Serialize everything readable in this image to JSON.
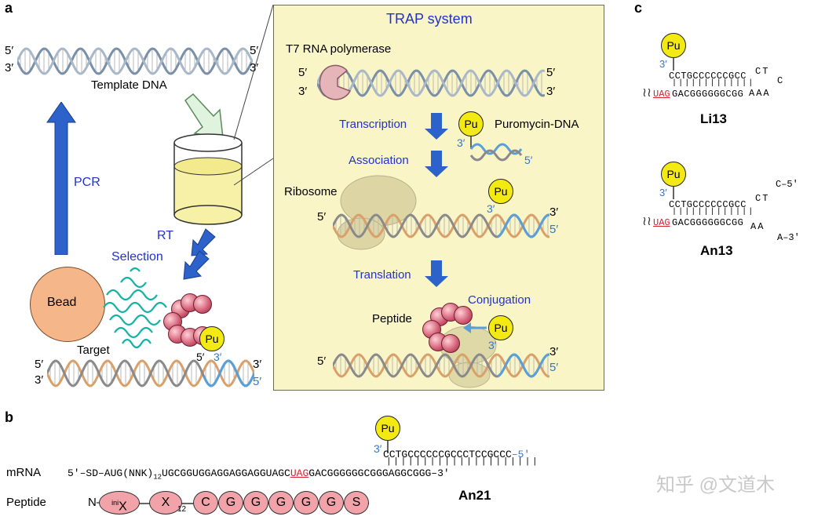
{
  "panels": {
    "a": {
      "letter": "a",
      "top_dna": {
        "left_5": "5′",
        "left_3": "3′",
        "right_5": "5′",
        "right_3": "3′",
        "label": "Template DNA"
      },
      "pcr_label": "PCR",
      "rt_label": "RT",
      "selection_label": "Selection",
      "bead_label": "Bead",
      "target_label": "Target",
      "pu_label": "Pu",
      "bottom_dna": {
        "left_5": "5′",
        "left_3": "3′",
        "right_3": "3′",
        "right_5": "5′",
        "pu_5": "5′",
        "pu_3": "3′"
      },
      "trap": {
        "title": "TRAP system",
        "polymerase_label": "T7 RNA polymerase",
        "dna1": {
          "left_5": "5′",
          "left_3": "3′",
          "right_5": "5′",
          "right_3": "3′"
        },
        "transcription": "Transcription",
        "puromycin_dna": "Puromycin-DNA",
        "pu_label": "Pu",
        "pd_3": "3′",
        "pd_5": "5′",
        "association": "Association",
        "ribosome": "Ribosome",
        "dna2": {
          "left_5": "5′",
          "right_3": "3′",
          "right_5": "5′",
          "pu_3": "3′"
        },
        "translation": "Translation",
        "conjugation": "Conjugation",
        "peptide": "Peptide",
        "dna3": {
          "left_5": "5′",
          "right_3": "3′",
          "right_5": "5′",
          "pu_3": "3′"
        }
      }
    },
    "b": {
      "letter": "b",
      "pu_label": "Pu",
      "prime_3": "3′",
      "top_seq": "CCTGCCCCCCGCCCTCCGCCC",
      "top_seq_end": "–5′",
      "mrna_label": "mRNA",
      "mrna_prefix": "5′–SD–AUG(NNK)",
      "mrna_sub": "12",
      "mrna_mid": "UGCGGUGGAGGAGGAGGUAGC",
      "stop_codon": "UAG",
      "mrna_suffix": "GACGGGGGGCGGGAGGCGGG–3′",
      "peptide_label": "Peptide",
      "peptide_n": "N–",
      "ini_sup": "ini",
      "residues": [
        "X",
        "X",
        "C",
        "G",
        "G",
        "G",
        "G",
        "G",
        "S"
      ],
      "repeat_sub": "12",
      "name": "An21"
    },
    "c": {
      "letter": "c",
      "li13": {
        "pu_label": "Pu",
        "prime_3": "3′",
        "top_seq": "CCTGCCCCCCGCC",
        "loop_top": "CT",
        "loop_right": "C",
        "stop_codon": "UAG",
        "bottom_seq": "GACGGGGGGCGG",
        "loop_bottom": "AAA",
        "name": "Li13"
      },
      "an13": {
        "pu_label": "Pu",
        "prime_3": "3′",
        "top_seq": "CCTGCCCCCCGCC",
        "tail_top": "CT",
        "tail_top_end": "C–5′",
        "stop_codon": "UAG",
        "bottom_seq": "GACGGGGGGCGG",
        "tail_bottom": "AA",
        "tail_bottom_end": "A–3′",
        "name": "An13"
      }
    }
  },
  "watermark": "知乎 @文道木",
  "colors": {
    "blue_label": "#2233cc",
    "pu_yellow": "#f2ea12",
    "stop_red": "#d8202b",
    "trap_bg": "#faf5c7",
    "arrow_blue": "#2c62c9"
  }
}
